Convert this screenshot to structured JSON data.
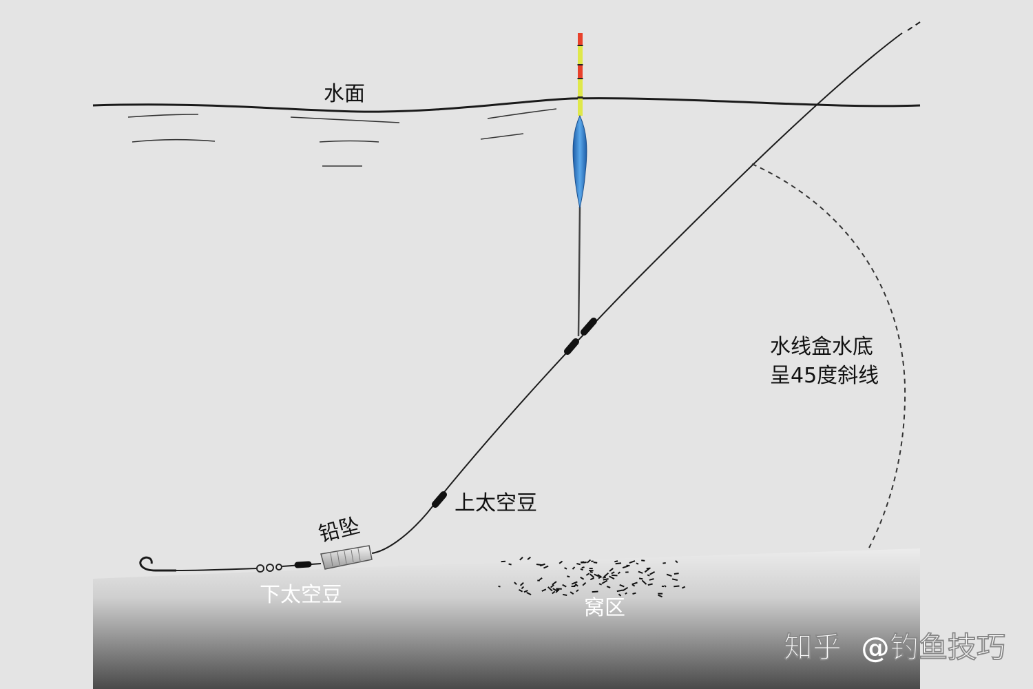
{
  "labels": {
    "water_surface": "水面",
    "angle_note_line1": "水线盒水底",
    "angle_note_line2": "呈45度斜线",
    "upper_bean": "上太空豆",
    "sinker": "铅坠",
    "lower_bean": "下太空豆",
    "bait_zone": "窝区"
  },
  "watermark": {
    "brand": "知乎",
    "author": "@钓鱼技巧"
  },
  "colors": {
    "background": "#e4e4e4",
    "line": "#1a1a1a",
    "float_red": "#e8412b",
    "float_yellow": "#dfe84a",
    "float_body_blue": "#2f79c8",
    "bottom_dark": "#4a4a4a"
  }
}
